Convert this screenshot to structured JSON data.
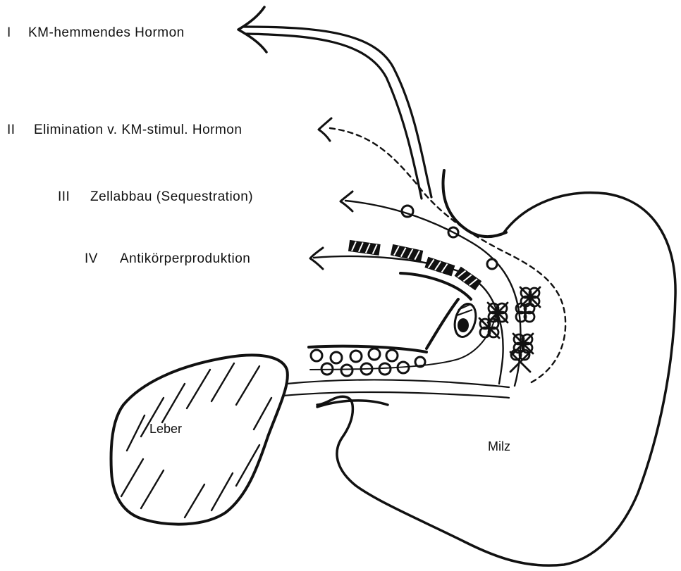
{
  "functions": [
    {
      "numeral": "I",
      "text": "KM-hemmendes Hormon"
    },
    {
      "numeral": "II",
      "text": "Elimination v. KM-stimul. Hormon"
    },
    {
      "numeral": "III",
      "text": "Zellabbau (Sequestration)"
    },
    {
      "numeral": "IV",
      "text": "Antikörperproduktion"
    }
  ],
  "organs": {
    "liver": "Leber",
    "spleen": "Milz"
  },
  "colors": {
    "ink": "#111111",
    "background": "#ffffff"
  }
}
